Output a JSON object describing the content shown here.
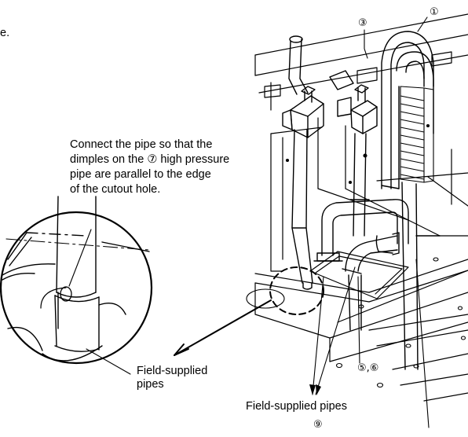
{
  "top_fragment": "e.",
  "callout_lines": [
    "Connect the pipe so that the",
    "dimples on the ⑦ high pressure",
    "pipe are parallel to the edge",
    "of the cutout hole."
  ],
  "labels": {
    "field_supplied_detail": [
      "Field-supplied",
      "pipes"
    ],
    "field_supplied_main": "Field-supplied pipes",
    "marker_1": "①",
    "marker_3": "③",
    "marker_5_6": "⑤,⑥",
    "marker_9": "⑨"
  }
}
